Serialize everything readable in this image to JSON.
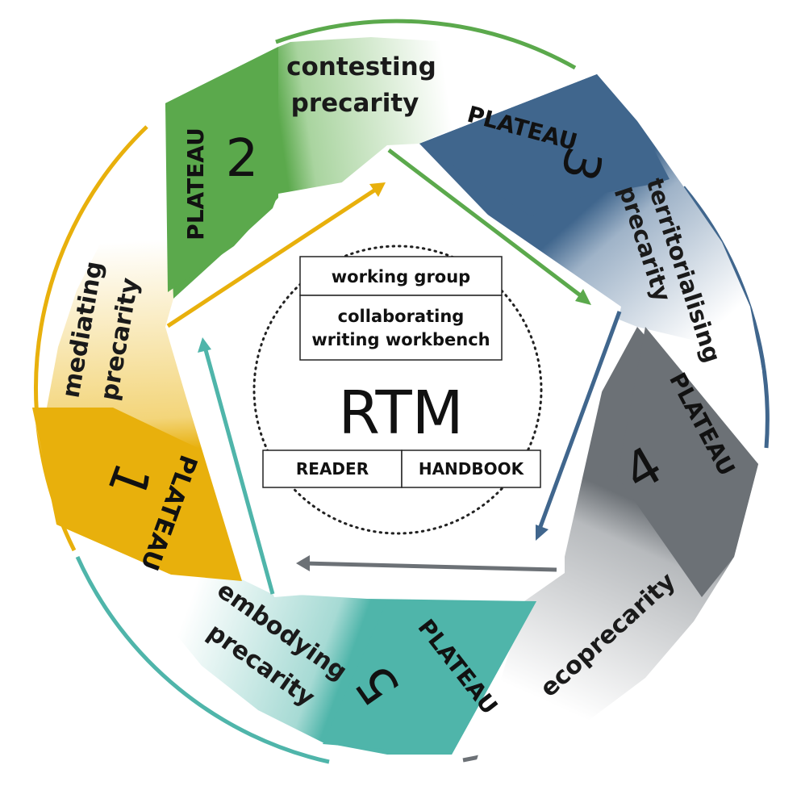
{
  "colors": {
    "plateau1": "#e8b00c",
    "plateau2": "#5ba94c",
    "plateau3": "#40668d",
    "plateau4": "#6c7176",
    "plateau5": "#4fb5aa",
    "text": "#111111"
  },
  "center": {
    "title": "RTM",
    "working_group": "working group",
    "workbench_line1": "collaborating",
    "workbench_line2": "writing workbench",
    "reader": "READER",
    "handbook": "HANDBOOK"
  },
  "plateaus": [
    {
      "word": "PLATEAU",
      "number": "1",
      "label_line1": "mediating",
      "label_line2": "precarity"
    },
    {
      "word": "PLATEAU",
      "number": "2",
      "label_line1": "contesting",
      "label_line2": "precarity"
    },
    {
      "word": "PLATEAU",
      "number": "3",
      "label_line1": "territorialising",
      "label_line2": "precarity"
    },
    {
      "word": "PLATEAU",
      "number": "4",
      "label_line1": "ecoprecarity",
      "label_line2": ""
    },
    {
      "word": "PLATEAU",
      "number": "5",
      "label_line1": "embodying",
      "label_line2": "precarity"
    }
  ]
}
